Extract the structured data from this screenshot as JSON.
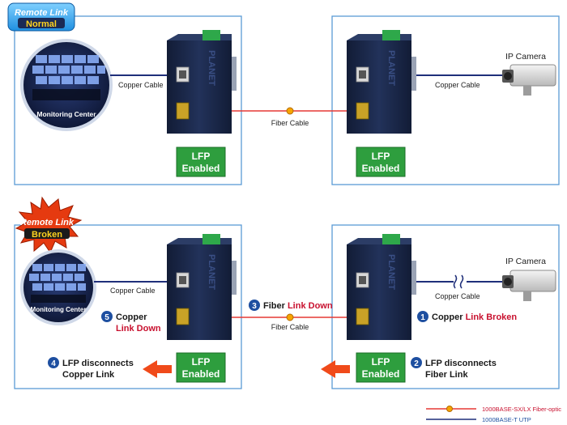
{
  "colors": {
    "panel_border": "#5b9bd5",
    "device_body": "#1a2744",
    "lfp_green": "#2e9e3e",
    "fiber_red": "#e53935",
    "copper_blue": "#1f2f7a",
    "arrow_orange": "#f04a1a",
    "step_badge": "#1e4fa0",
    "red_text": "#c8102e"
  },
  "top": {
    "badge": {
      "line1": "Remote Link",
      "line2": "Normal"
    },
    "monitoring_label": "Monitoring Center",
    "left_copper_label": "Copper Cable",
    "fiber_label": "Fiber Cable",
    "right_copper_label": "Copper Cable",
    "camera_label": "IP Camera",
    "lfp_left": {
      "line1": "LFP",
      "line2": "Enabled"
    },
    "lfp_right": {
      "line1": "LFP",
      "line2": "Enabled"
    }
  },
  "bottom": {
    "badge": {
      "line1": "Remote Link",
      "line2": "Broken"
    },
    "monitoring_label": "Monitoring Center",
    "left_copper_label": "Copper Cable",
    "fiber_label": "Fiber Cable",
    "right_copper_label": "Copper Cable",
    "camera_label": "IP Camera",
    "lfp_left": {
      "line1": "LFP",
      "line2": "Enabled"
    },
    "lfp_right": {
      "line1": "LFP",
      "line2": "Enabled"
    },
    "steps": [
      {
        "num": "1",
        "text_a": "Copper ",
        "text_b": "Link Broken"
      },
      {
        "num": "2",
        "line1": "LFP disconnects",
        "line2": "Fiber Link"
      },
      {
        "num": "3",
        "text_a": "Fiber ",
        "text_b": "Link Down"
      },
      {
        "num": "4",
        "line1": "LFP disconnects",
        "line2": "Copper Link"
      },
      {
        "num": "5",
        "line1": "Copper",
        "line2": "Link Down"
      }
    ]
  },
  "device_brand": "PLANET",
  "legend": {
    "fiber": "1000BASE-SX/LX Fiber-optic",
    "utp": "1000BASE-T UTP"
  }
}
